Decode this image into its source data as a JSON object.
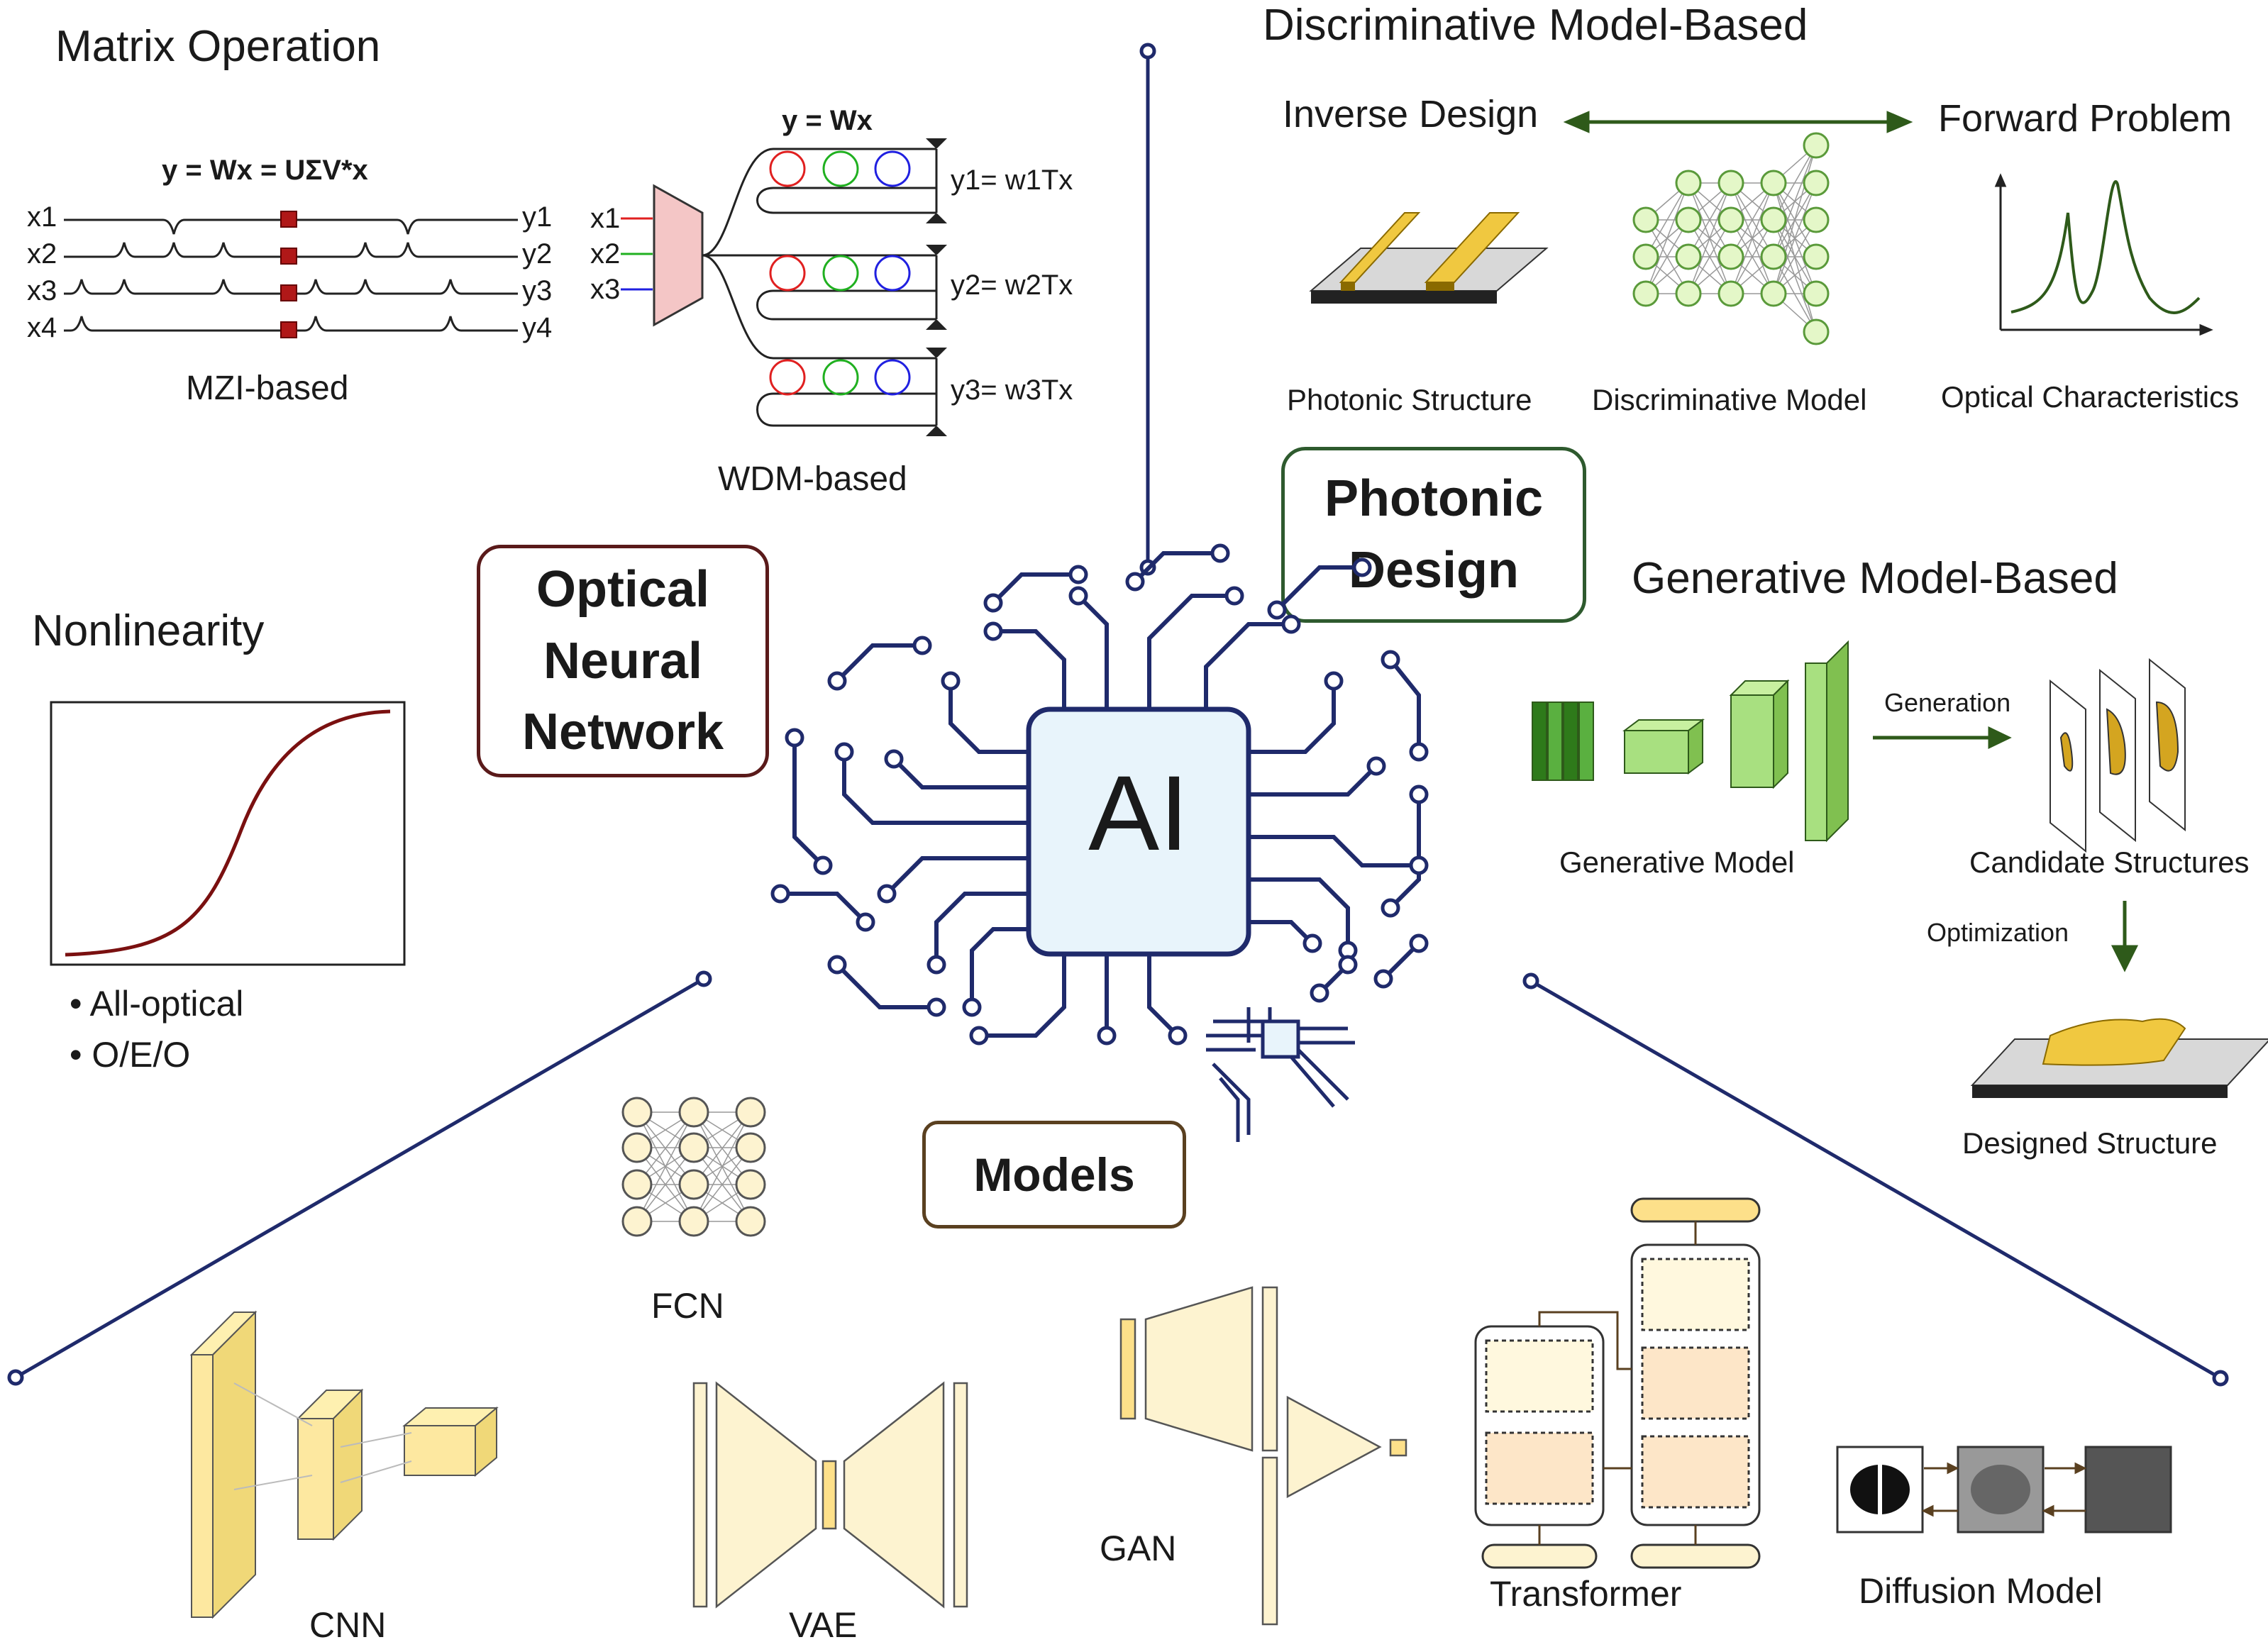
{
  "onn": {
    "title": "Optical Neural Network",
    "title_lines": [
      "Optical",
      "Neural",
      "Network"
    ],
    "matrix_operation": {
      "heading": "Matrix Operation",
      "mzi": {
        "equation": "y = Wx = UΣV*x",
        "inputs": [
          "x1",
          "x2",
          "x3",
          "x4"
        ],
        "outputs": [
          "y1",
          "y2",
          "y3",
          "y4"
        ],
        "caption": "MZI-based"
      },
      "wdm": {
        "equation": "y = Wx",
        "inputs": [
          "x1",
          "x2",
          "x3"
        ],
        "outputs": [
          "y1= w1Tx",
          "y2= w2Tx",
          "y3= w3Tx"
        ],
        "ring_colors": [
          "#e02020",
          "#20b020",
          "#2020e0"
        ],
        "caption": "WDM-based"
      }
    },
    "nonlinearity": {
      "heading": "Nonlinearity",
      "bullets": [
        "• All-optical",
        "• O/E/O"
      ],
      "curve_color": "#7a1010"
    }
  },
  "photonic_design": {
    "title": "Photonic Design",
    "title_lines": [
      "Photonic",
      "Design"
    ],
    "discriminative": {
      "heading": "Discriminative Model-Based",
      "inverse_label": "Inverse Design",
      "forward_label": "Forward Problem",
      "captions": [
        "Photonic Structure",
        "Discriminative Model",
        "Optical Characteristics"
      ]
    },
    "generative": {
      "heading": "Generative Model-Based",
      "generation_label": "Generation",
      "optimization_label": "Optimization",
      "captions": [
        "Generative Model",
        "Candidate Structures",
        "Designed Structure"
      ]
    }
  },
  "center": {
    "chip_label": "AI"
  },
  "models": {
    "title": "Models",
    "items": [
      "FCN",
      "CNN",
      "VAE",
      "GAN",
      "Transformer",
      "Diffusion Model"
    ]
  },
  "colors": {
    "onn_border": "#5a1a1a",
    "photonic_border": "#2e5a2e",
    "models_border": "#5a4020",
    "circuit": "#1f2a6b",
    "chip_fill": "#e8f4fb",
    "green_accent": "#2e5a1a",
    "gold": "#d4a520"
  }
}
